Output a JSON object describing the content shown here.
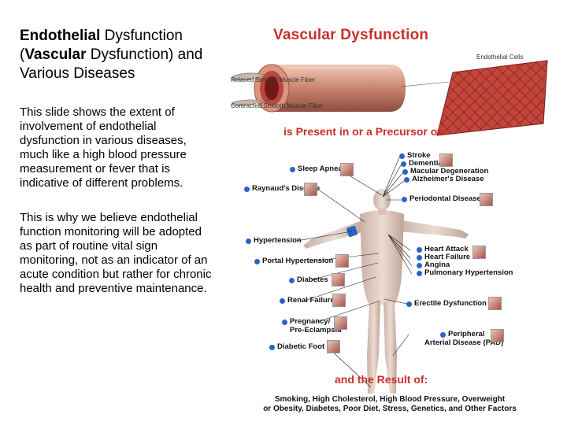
{
  "slide": {
    "title_part1": "Endothelial",
    "title_part2": " Dysfunction (",
    "title_part3": "Vascular",
    "title_part4": " Dysfunction) and Various Diseases",
    "paragraph1": "This slide shows the extent of involvement of endothelial dysfunction in various diseases, much like a high blood pressure measurement or fever that is indicative of different problems.",
    "paragraph2": "This is why we believe endothelial function monitoring will be adopted as part of routine vital sign monitoring, not as an indicator of an acute condition but rather for chronic health and preventive maintenance."
  },
  "figure": {
    "title": "Vascular Dysfunction",
    "endothelial_cells": "Endothelial Cells",
    "relaxed_fiber": "Relaxed Smooth Muscle Fiber",
    "contracted_fiber": "Contracted Smooth Muscle Fiber",
    "precursor_heading": "is Present in or a Precursor of:",
    "result_heading": "and the Result of:",
    "causes_line1": "Smoking, High Cholesterol, High Blood Pressure, Overweight",
    "causes_line2": "or Obesity, Diabetes, Poor Diet, Stress, Genetics, and Other Factors",
    "diseases": {
      "stroke": "Stroke",
      "dementia": "Dementia",
      "macular": "Macular Degeneration",
      "alzheimers": "Alzheimer's Disease",
      "sleep_apnea": "Sleep Apnea",
      "raynauds": "Raynaud's Disease",
      "periodontal": "Periodontal Disease",
      "hypertension": "Hypertension",
      "portal_hypertension": "Portal Hypertension",
      "heart_attack": "Heart Attack",
      "heart_failure": "Heart Failure",
      "angina": "Angina",
      "pulmonary": "Pulmonary Hypertension",
      "diabetes": "Diabetes",
      "renal": "Renal Failure",
      "erectile": "Erectile Dysfunction",
      "pregnancy1": "Pregnancy/",
      "pregnancy2": "Pre-Eclampsia",
      "peripheral1": "Peripheral",
      "peripheral2": "Arterial Disease (PAD)",
      "diabetic_foot": "Diabetic Foot"
    }
  }
}
